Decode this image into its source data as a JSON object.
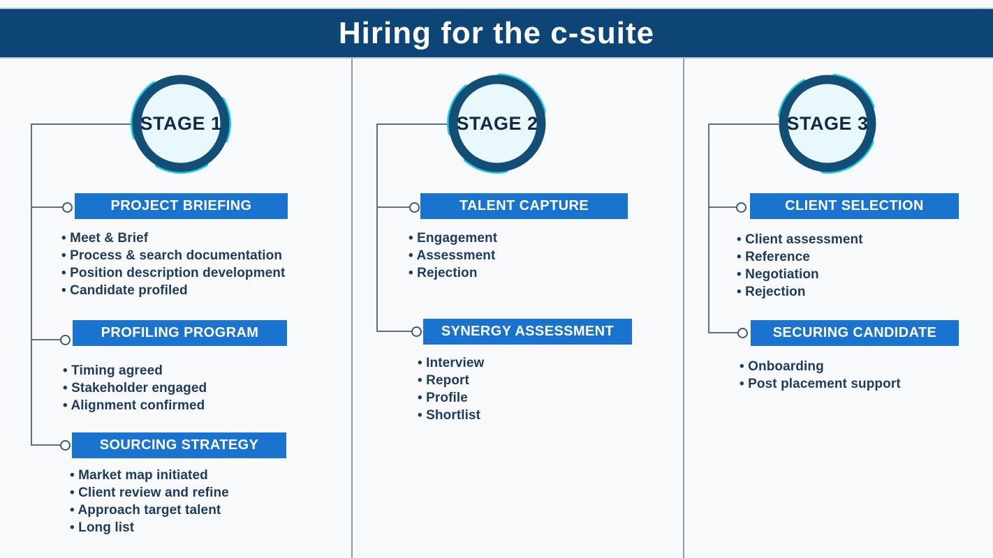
{
  "title": "Hiring for the c-suite",
  "colors": {
    "header_bg": "#0d4577",
    "section_bar_blue": "#1b73d0",
    "stage_ring_dark": "#134e77",
    "stage_ring_cyan": "#1ec9e9",
    "stage_inner_fill": "#e8f8fc",
    "body_text_navy": "#1d3b5e",
    "stage_text_navy": "#12294a",
    "connector_gray": "#5e6f80",
    "background": "#f8f9fa"
  },
  "columns": [
    {
      "stage_label": "STAGE 1",
      "sections": [
        {
          "title": "PROJECT BRIEFING",
          "items": [
            "Meet & Brief",
            "Process & search documentation",
            "Position description development",
            "Candidate profiled"
          ]
        },
        {
          "title": "PROFILING PROGRAM",
          "items": [
            "Timing agreed",
            "Stakeholder engaged",
            "Alignment confirmed"
          ]
        },
        {
          "title": "SOURCING STRATEGY",
          "items": [
            "Market map initiated",
            "Client review and refine",
            "Approach target talent",
            "Long list"
          ]
        }
      ]
    },
    {
      "stage_label": "STAGE 2",
      "sections": [
        {
          "title": "TALENT CAPTURE",
          "items": [
            "Engagement",
            "Assessment",
            "Rejection"
          ]
        },
        {
          "title": "SYNERGY ASSESSMENT",
          "items": [
            "Interview",
            "Report",
            "Profile",
            "Shortlist"
          ]
        }
      ]
    },
    {
      "stage_label": "STAGE 3",
      "sections": [
        {
          "title": "CLIENT SELECTION",
          "items": [
            "Client assessment",
            "Reference",
            "Negotiation",
            "Rejection"
          ]
        },
        {
          "title": "SECURING CANDIDATE",
          "items": [
            "Onboarding",
            "Post placement support"
          ]
        }
      ]
    }
  ]
}
